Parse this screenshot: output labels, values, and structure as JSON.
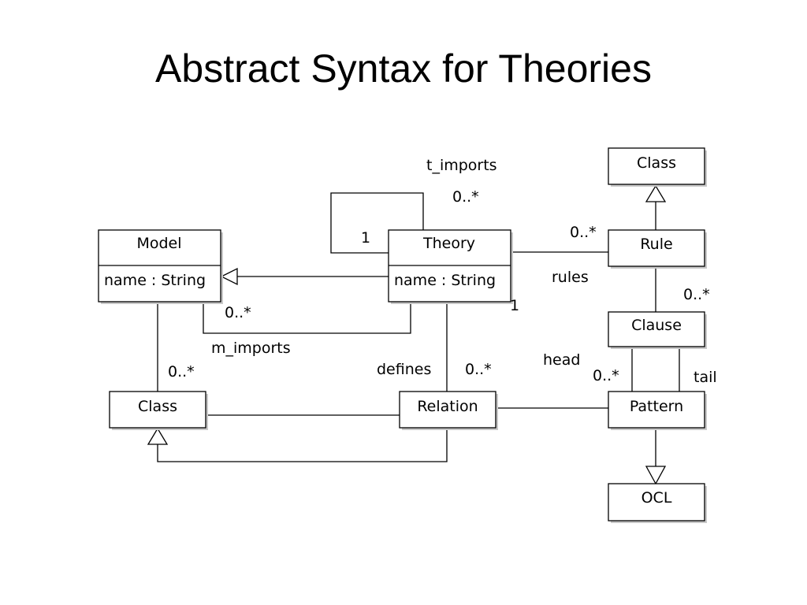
{
  "title": "Abstract Syntax for Theories",
  "classes": {
    "class_top": {
      "name": "Class"
    },
    "model": {
      "name": "Model",
      "attribute": "name : String"
    },
    "theory": {
      "name": "Theory",
      "attribute": "name : String"
    },
    "rule": {
      "name": "Rule"
    },
    "clause": {
      "name": "Clause"
    },
    "class_bottom": {
      "name": "Class"
    },
    "relation": {
      "name": "Relation"
    },
    "pattern": {
      "name": "Pattern"
    },
    "ocl": {
      "name": "OCL"
    }
  },
  "labels": {
    "t_imports": "t_imports",
    "t_imports_mult": "0..*",
    "theory_self_one": "1",
    "rules_mult": "0..*",
    "rules": "rules",
    "theory_one": "1",
    "clause_mult": "0..*",
    "m_imports_mult": "0..*",
    "m_imports": "m_imports",
    "model_class_mult": "0..*",
    "defines": "defines",
    "defines_mult": "0..*",
    "head": "head",
    "head_mult": "0..*",
    "tail": "tail"
  }
}
